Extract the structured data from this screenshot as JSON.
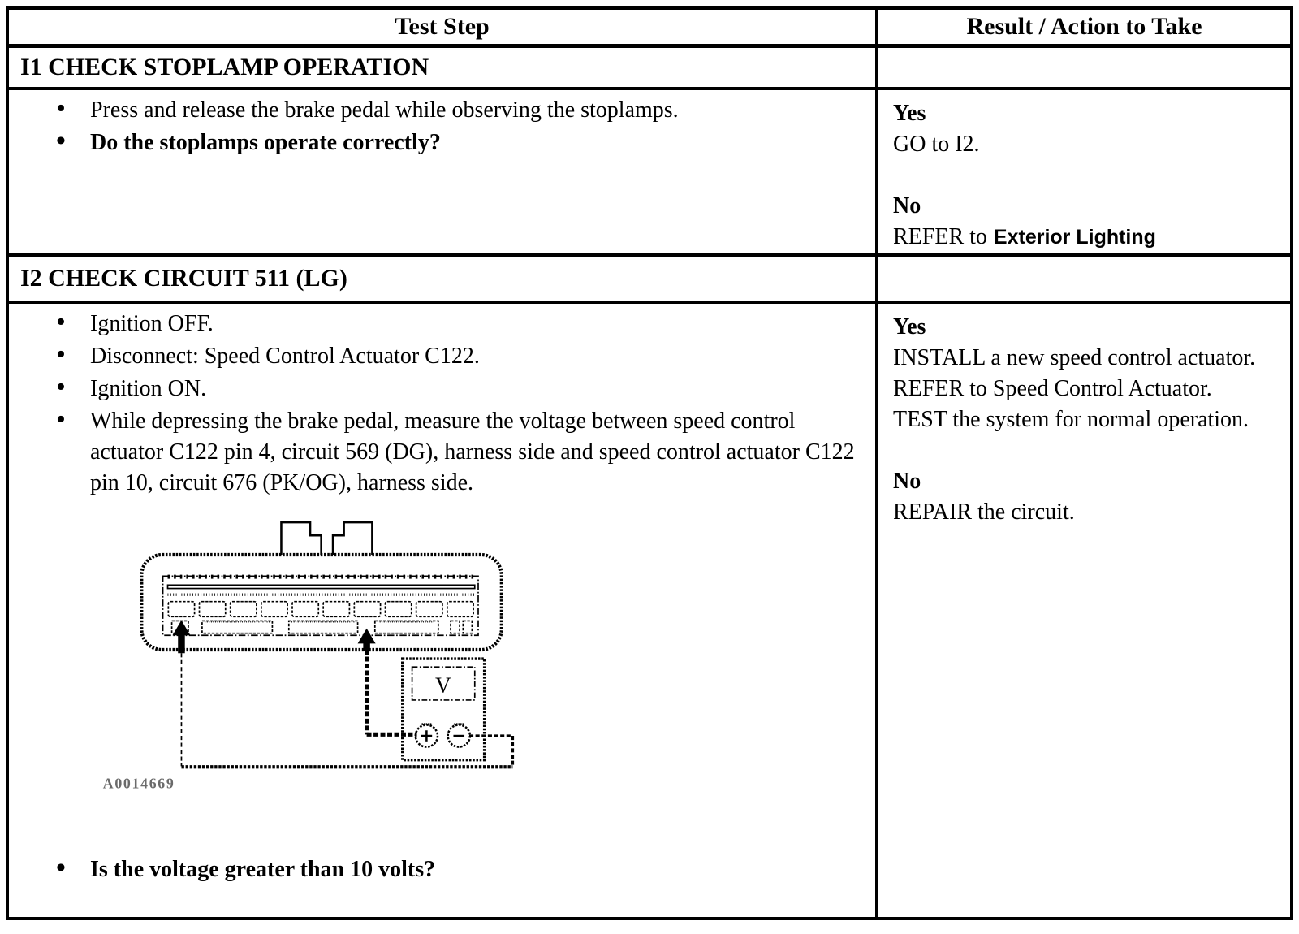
{
  "table": {
    "header": {
      "test_step": "Test Step",
      "result": "Result / Action to Take"
    },
    "steps": [
      {
        "title": "I1 CHECK STOPLAMP OPERATION",
        "bullets": [
          "Press and release the brake pedal while observing the stoplamps.",
          "Do the stoplamps operate correctly?"
        ],
        "result": {
          "yes_label": "Yes",
          "yes_action": "GO to I2.",
          "no_label": "No",
          "no_action_prefix": "REFER to",
          "no_action_ref": "Exterior Lighting"
        }
      },
      {
        "title": "I2 CHECK CIRCUIT 511 (LG)",
        "bullets": [
          "Ignition OFF.",
          "Disconnect: Speed Control Actuator C122.",
          "Ignition ON.",
          "While depressing the brake pedal, measure the voltage between speed control actuator C122 pin 4, circuit 569 (DG), harness side and speed control actuator C122 pin 10, circuit 676 (PK/OG), harness side."
        ],
        "question": "Is the voltage greater than 10 volts?",
        "figure": {
          "caption": "A0014669",
          "meter_label": "V",
          "probe_positive_icon": "+",
          "probe_negative_icon": "−"
        },
        "result": {
          "yes_label": "Yes",
          "yes_action": "INSTALL a new speed control actuator. REFER to Speed Control Actuator. TEST the system for normal operation.",
          "no_label": "No",
          "no_action": "REPAIR the circuit."
        }
      }
    ]
  }
}
